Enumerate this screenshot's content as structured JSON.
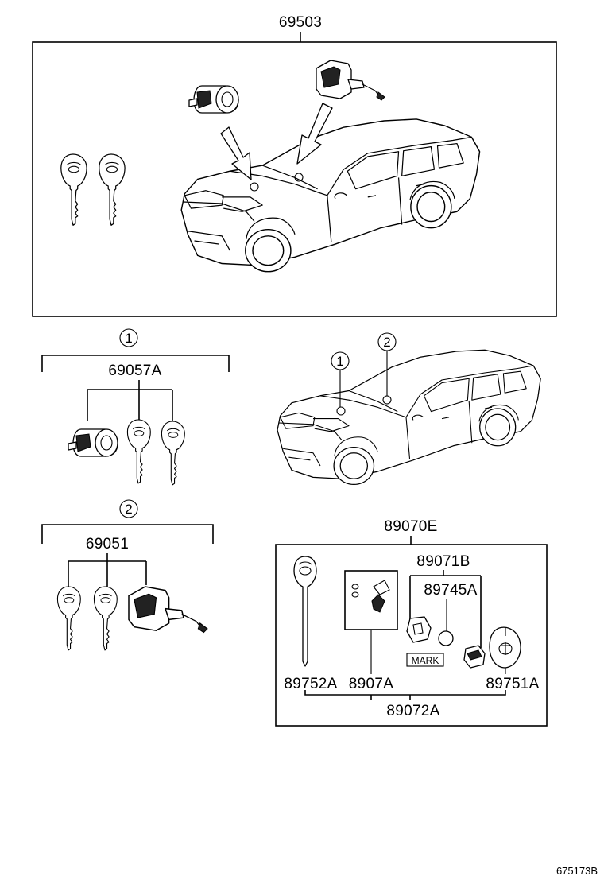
{
  "labels": {
    "assembly_top": "69503",
    "ref_1": "1",
    "ref_2": "2",
    "cylinder_set": "69057A",
    "door_set": "69051",
    "transponder_kit": "89070E",
    "part_89071B": "89071B",
    "part_89745A": "89745A",
    "part_89752A": "89752A",
    "part_8907A": "8907A",
    "part_89751A": "89751A",
    "part_89072A": "89072A",
    "mark_tag": "MARK",
    "diagram_code": "675173B"
  }
}
